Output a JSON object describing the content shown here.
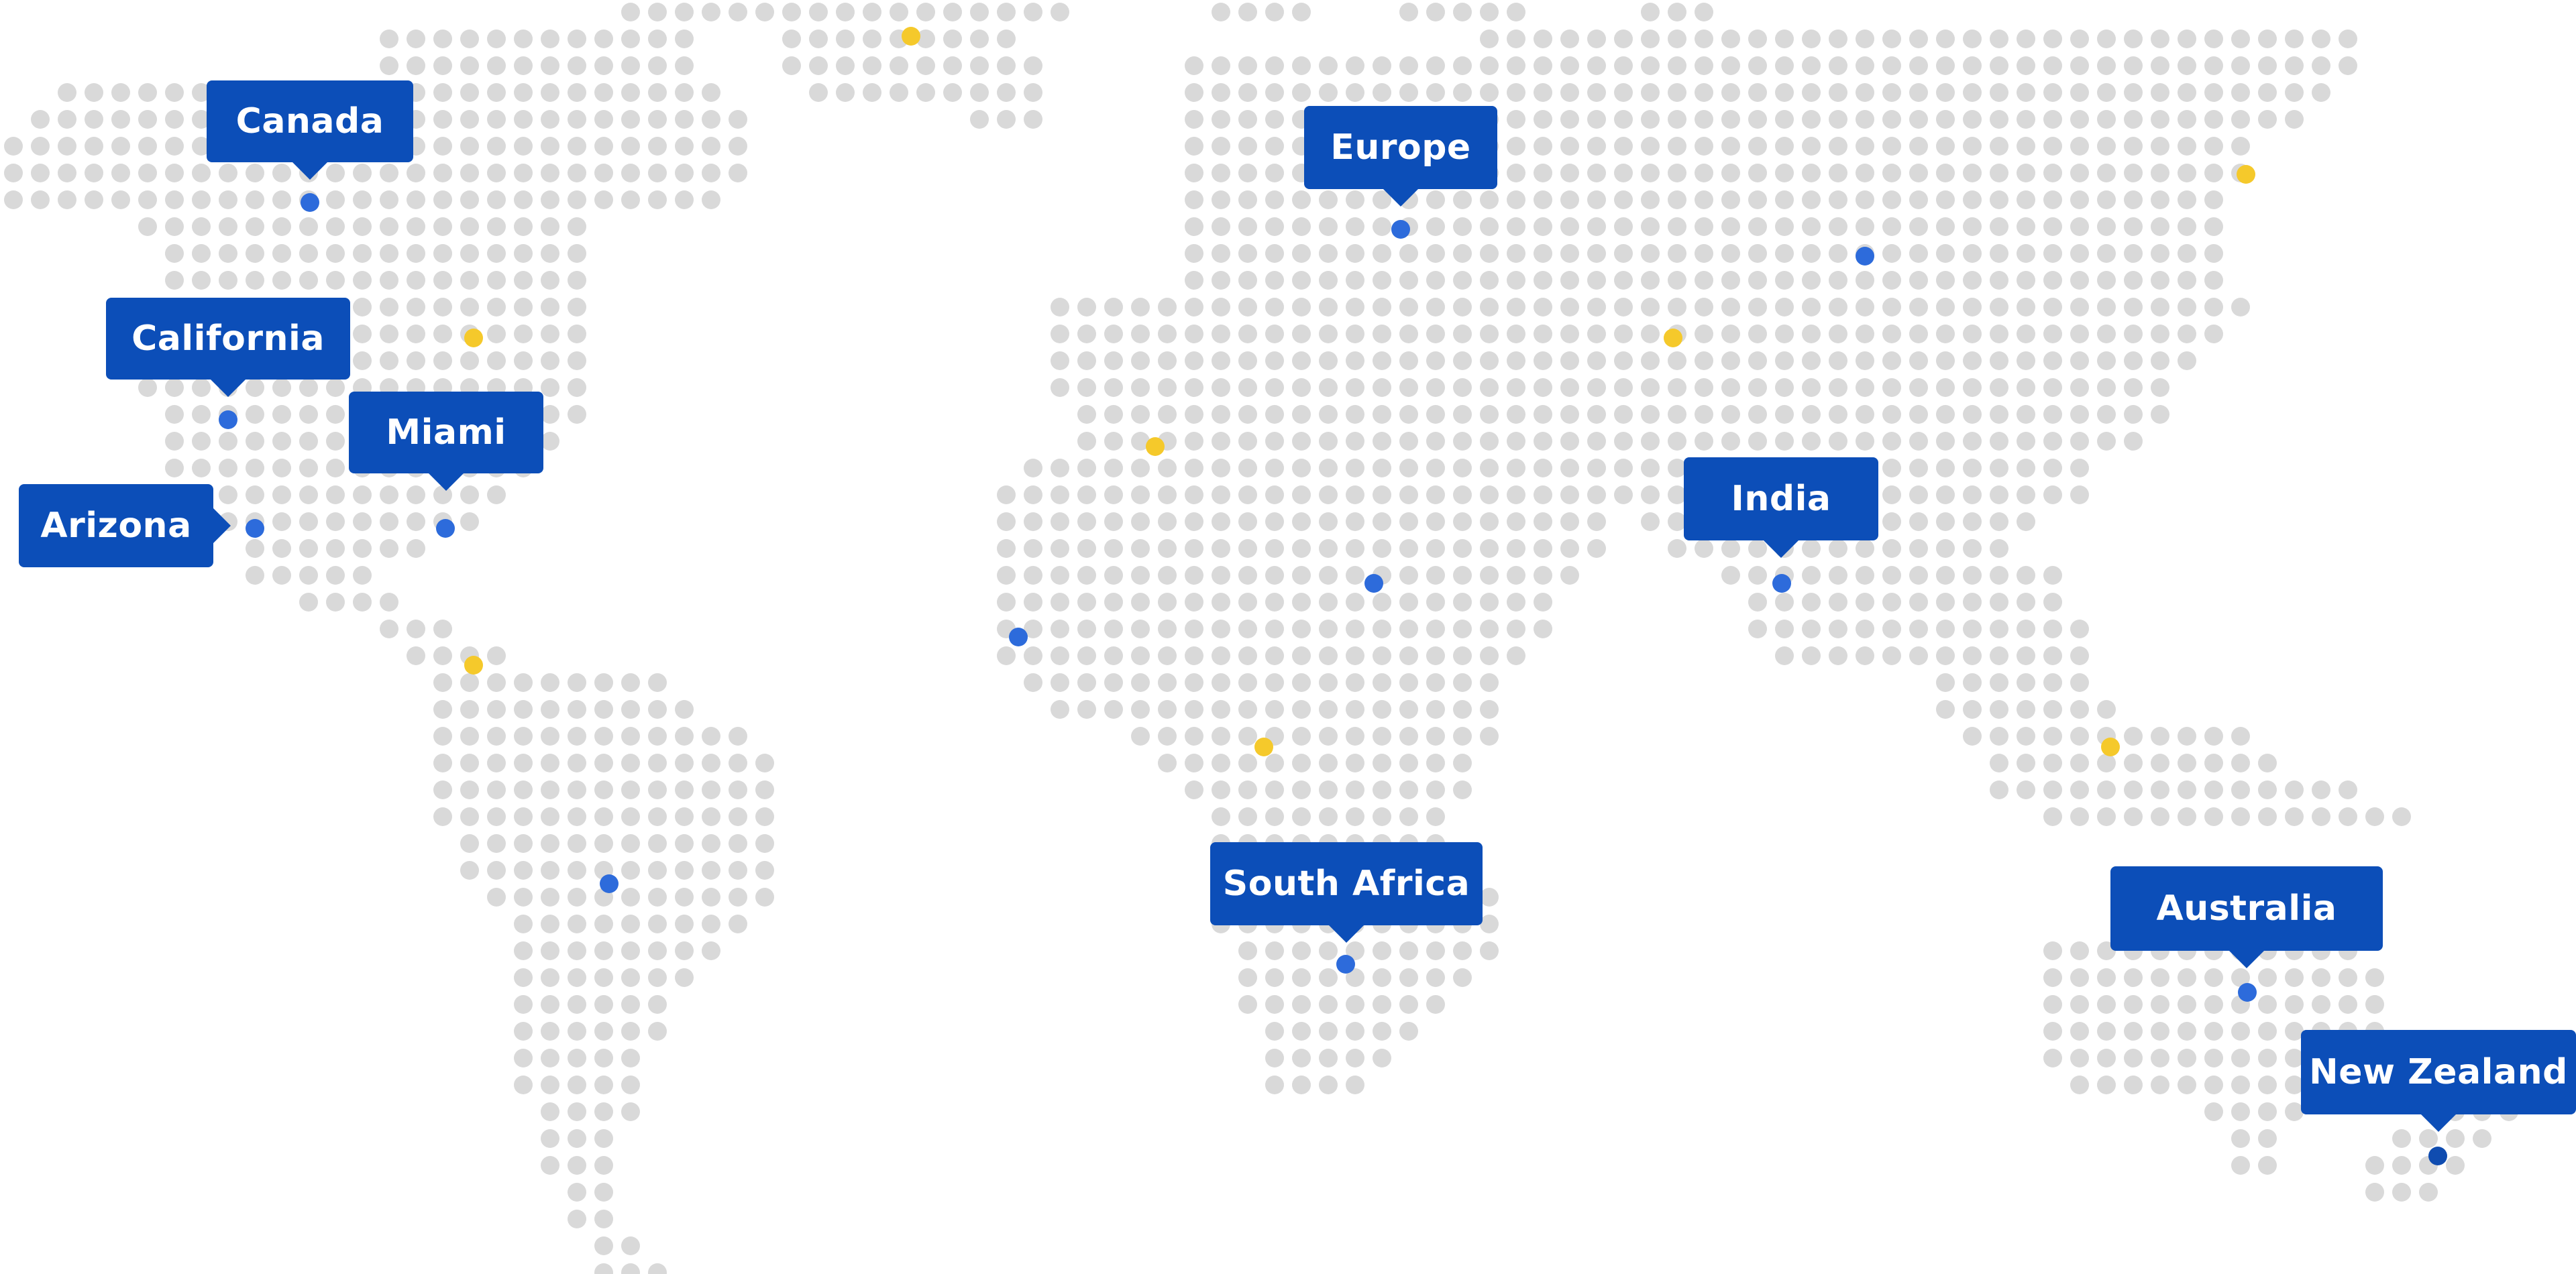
{
  "colors": {
    "land_dot": "#d9d9d9",
    "marker_blue": "#2d6bdb",
    "marker_dark_blue": "#0f4cb0",
    "marker_yellow": "#f5c92b",
    "callout_bg": "#0c4eb8",
    "callout_text": "#ffffff"
  },
  "map": {
    "locations": [
      {
        "id": "canada",
        "label": "Canada"
      },
      {
        "id": "california",
        "label": "California"
      },
      {
        "id": "miami",
        "label": "Miami"
      },
      {
        "id": "arizona",
        "label": "Arizona"
      },
      {
        "id": "europe",
        "label": "Europe"
      },
      {
        "id": "india",
        "label": "India"
      },
      {
        "id": "south-africa",
        "label": "South Africa"
      },
      {
        "id": "australia",
        "label": "Australia"
      },
      {
        "id": "new-zealand",
        "label": "New Zealand"
      }
    ]
  }
}
